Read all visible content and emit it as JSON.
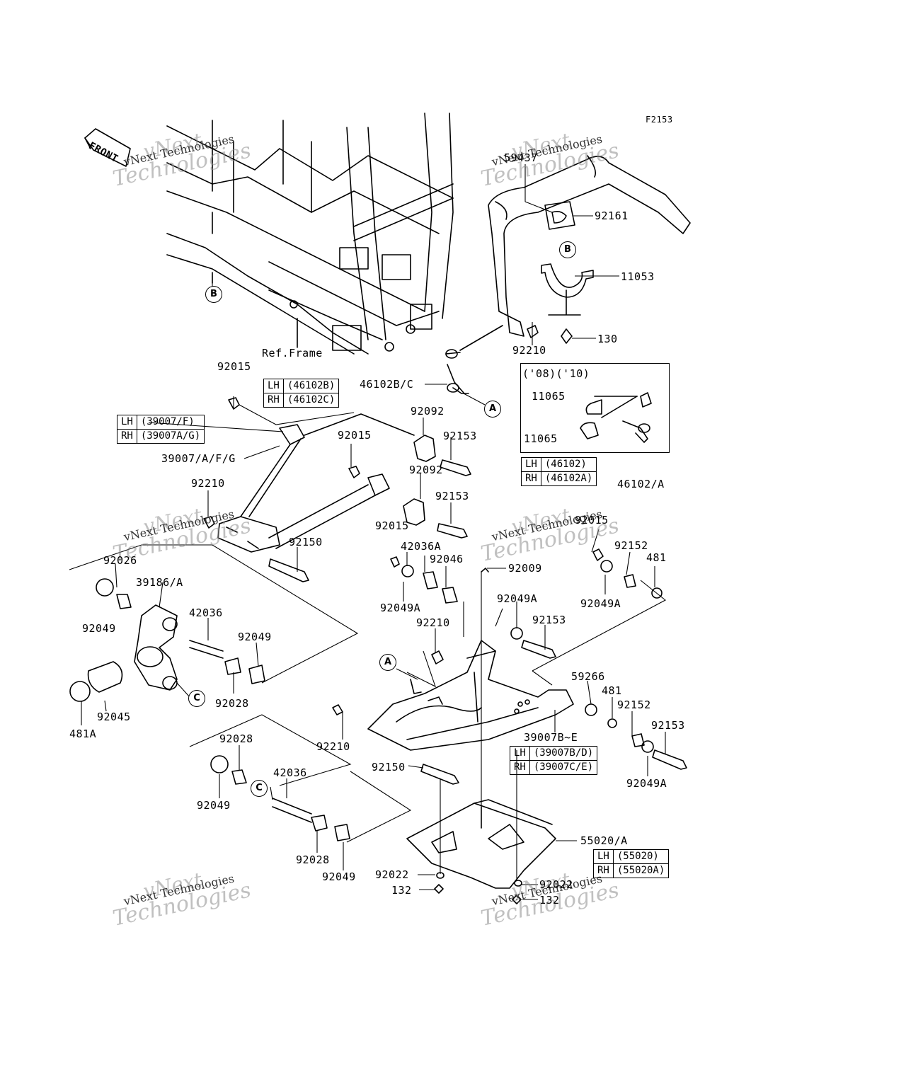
{
  "figure_code": "F2153",
  "front_label": "FRONT",
  "frame_label": "Ref.Frame",
  "watermark": {
    "line1": "vNext",
    "line2": "vNext Technologies",
    "line3": "Technologies"
  },
  "callouts": {
    "a": "A",
    "b": "B",
    "c": "C"
  },
  "inset": {
    "years": "('08)('10)"
  },
  "tables": {
    "t46102bc": {
      "lh": "LH",
      "lh_val": "(46102B)",
      "rh": "RH",
      "rh_val": "(46102C)"
    },
    "t39007": {
      "lh": "LH",
      "lh_val": "(39007/F)",
      "rh": "RH",
      "rh_val": "(39007A/G)"
    },
    "t46102": {
      "lh": "LH",
      "lh_val": "(46102)",
      "rh": "RH",
      "rh_val": "(46102A)"
    },
    "t39007be": {
      "lh": "LH",
      "lh_val": "(39007B/D)",
      "rh": "RH",
      "rh_val": "(39007C/E)"
    },
    "t55020": {
      "lh": "LH",
      "lh_val": "(55020)",
      "rh": "RH",
      "rh_val": "(55020A)"
    }
  },
  "parts": {
    "p59437": "59437",
    "p92161": "92161",
    "p11053": "11053",
    "p130": "130",
    "p92210_top": "92210",
    "p46102bc": "46102B/C",
    "p92015_a": "92015",
    "p92092_a": "92092",
    "p92015_b": "92015",
    "p92153_a": "92153",
    "p39007afg": "39007/A/F/G",
    "p92092_b": "92092",
    "p92153_b": "92153",
    "p92210_left": "92210",
    "p11065_a": "11065",
    "p11065_b": "11065",
    "p46102a": "46102/A",
    "p92015_c": "92015",
    "p92015_d": "92015",
    "p92152_a": "92152",
    "p481_a": "481",
    "p92150_a": "92150",
    "p42036a": "42036A",
    "p92046": "92046",
    "p92009": "92009",
    "p92026": "92026",
    "p39186a": "39186/A",
    "p92049_a": "92049",
    "p92049a_a": "92049A",
    "p92049a_b": "92049A",
    "p92049a_c": "92049A",
    "p92153_c": "92153",
    "p42036_a": "42036",
    "p92210_mid": "92210",
    "p92049_b": "92049",
    "p92028_a": "92028",
    "p92045": "92045",
    "p481a": "481A",
    "p59266": "59266",
    "p481_b": "481",
    "p92152_b": "92152",
    "p92153_d": "92153",
    "p92210_low": "92210",
    "p39007be": "39007B~E",
    "p92028_b": "92028",
    "p92150_b": "92150",
    "p92049a_d": "92049A",
    "p42036_b": "42036",
    "p92049_c": "92049",
    "p55020a": "55020/A",
    "p92028_c": "92028",
    "p92049_d": "92049",
    "p92022_a": "92022",
    "p132_a": "132",
    "p92022_b": "92022",
    "p132_b": "132"
  }
}
